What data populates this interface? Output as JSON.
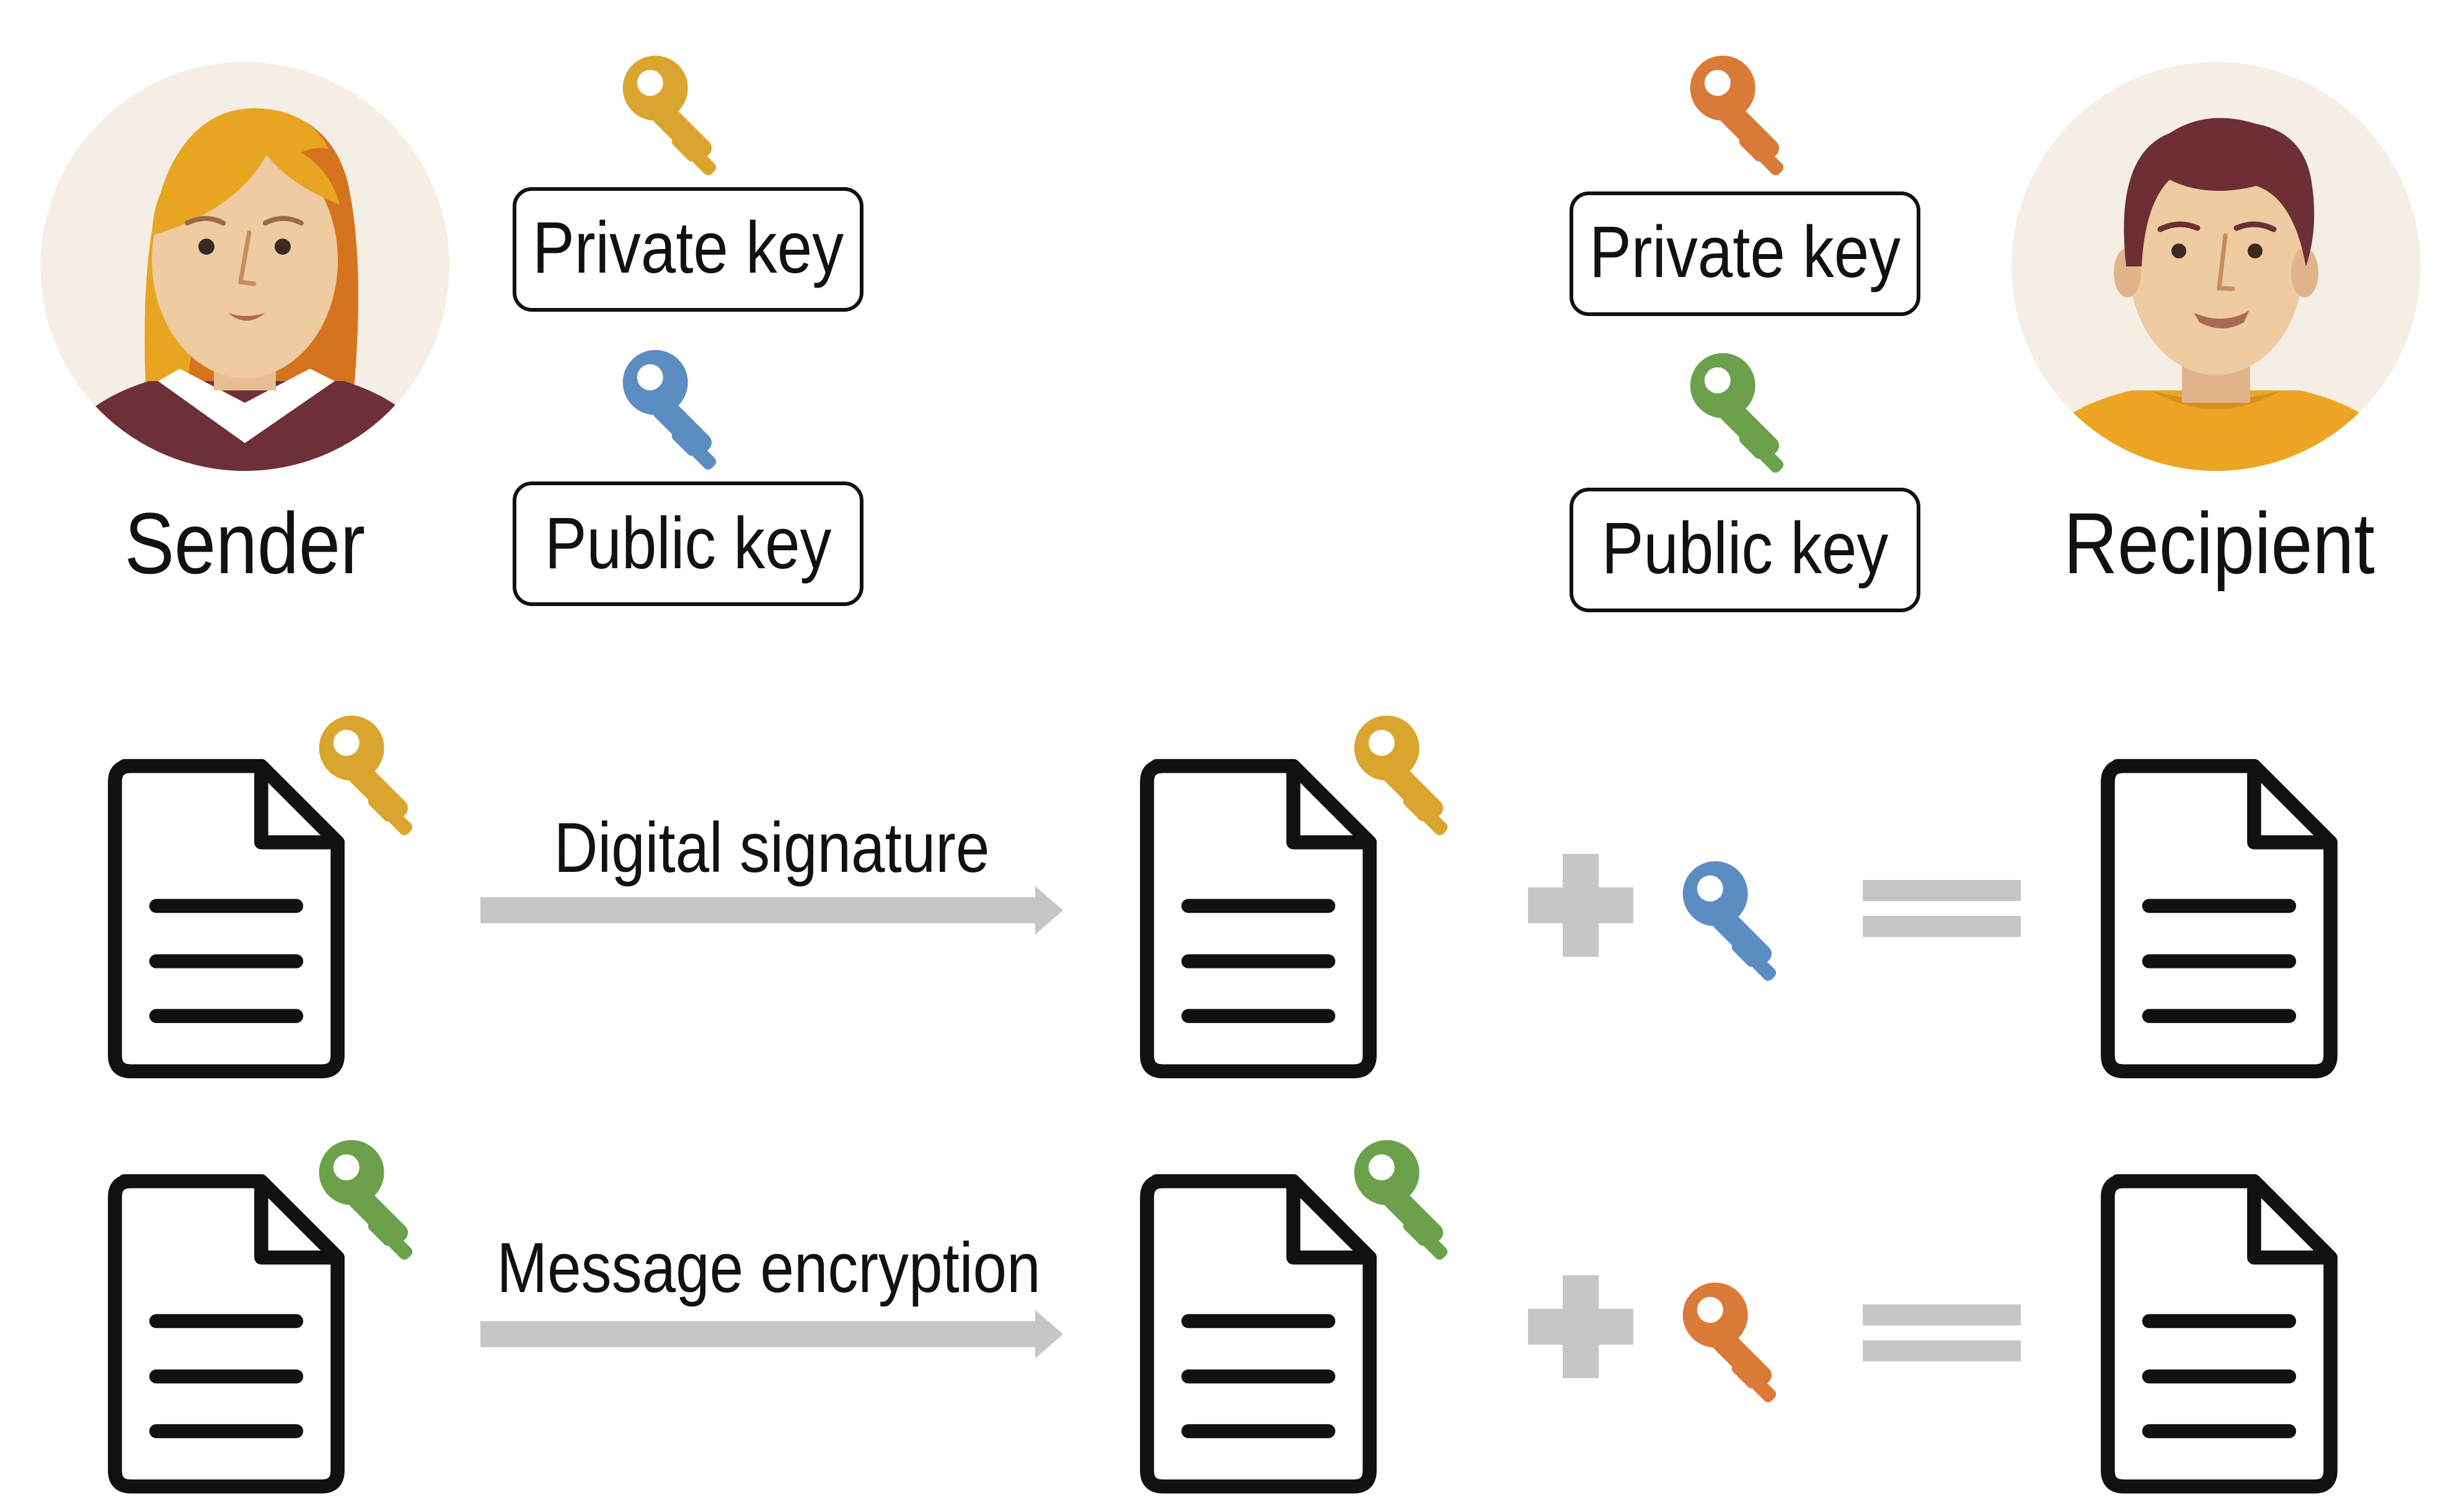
{
  "sender": {
    "label": "Sender",
    "private_key_label": "Private key",
    "public_key_label": "Public key",
    "private_key_color": "#D9A52E",
    "public_key_color": "#5B8DC2"
  },
  "recipient": {
    "label": "Recipient",
    "private_key_label": "Private key",
    "public_key_label": "Public key",
    "private_key_color": "#D97A38",
    "public_key_color": "#6BA14B"
  },
  "flows": [
    {
      "label": "Digital signature",
      "input_key_color": "#D9A52E",
      "output_key_color": "#D9A52E",
      "verify_key_color": "#5B8DC2"
    },
    {
      "label": "Message encryption",
      "input_key_color": "#6BA14B",
      "output_key_color": "#6BA14B",
      "verify_key_color": "#D97A38"
    }
  ],
  "icons": {
    "key": "key-icon",
    "document": "document-icon",
    "plus": "plus-icon",
    "equals": "equals-icon",
    "arrow": "arrow-right-icon",
    "sender_avatar": "female-avatar-icon",
    "recipient_avatar": "male-avatar-icon"
  },
  "colors": {
    "operator_gray": "#C6C6C6",
    "document_stroke": "#111111",
    "avatar_background": "#F5EEE4"
  }
}
